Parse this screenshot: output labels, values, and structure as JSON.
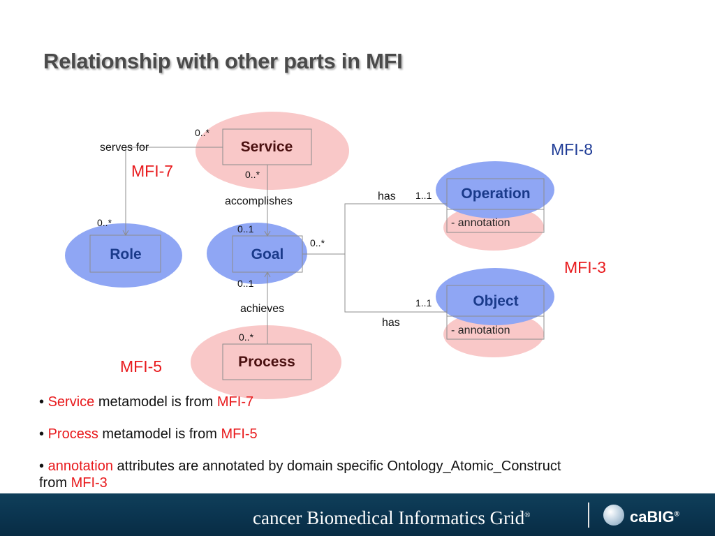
{
  "slide": {
    "title": "Relationship with other parts in MFI"
  },
  "diagram": {
    "classes": {
      "service": "Service",
      "role": "Role",
      "goal": "Goal",
      "process": "Process",
      "operation": "Operation",
      "object": "Object"
    },
    "attributes": {
      "operation": "- annotation",
      "object": "- annotation"
    },
    "associations": {
      "serves_for": "serves for",
      "accomplishes": "accomplishes",
      "achieves": "achieves",
      "has_operation": "has",
      "has_object": "has"
    },
    "multiplicities": {
      "service_serves": "0..*",
      "role_serves": "0..*",
      "service_accomplishes": "0..*",
      "goal_accomplishes": "0..1",
      "goal_achieves": "0..1",
      "process_achieves": "0..*",
      "goal_has": "0..*",
      "operation_has": "1..1",
      "object_has": "1..1"
    },
    "mfi_labels": {
      "mfi7": "MFI-7",
      "mfi8": "MFI-8",
      "mfi3": "MFI-3",
      "mfi5": "MFI-5"
    },
    "colors": {
      "red_ellipse": "#f9c8c8",
      "blue_ellipse": "#8fa6f4",
      "class_title": "#1a3a8a",
      "mfi_red": "#e8191c",
      "mfi_blue": "#1f3c96"
    }
  },
  "bullets": [
    {
      "bullet": "•",
      "highlight": "Service",
      "text": " metamodel is from ",
      "source": "MFI-7"
    },
    {
      "bullet": "•",
      "highlight": "Process",
      "text": " metamodel is from ",
      "source": "MFI-5"
    },
    {
      "bullet": "•",
      "highlight": "annotation",
      "text": " attributes are annotated by domain specific Ontology_Atomic_Construct from ",
      "source": "MFI-3"
    }
  ],
  "footer": {
    "text": "cancer Biomedical Informatics Grid",
    "registered": "®",
    "logo_text": "caBIG",
    "logo_mark": "®"
  }
}
